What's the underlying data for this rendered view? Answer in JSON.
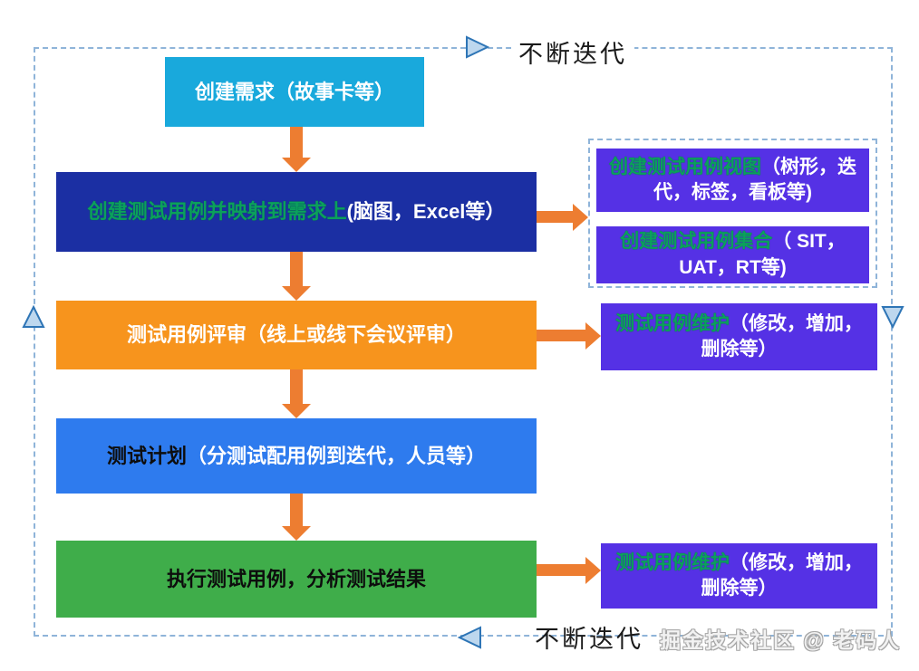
{
  "frame": {
    "top_label": "不断迭代",
    "bottom_label": "不断迭代",
    "watermark": "掘金技术社区 @ 老码人"
  },
  "colors": {
    "arrow_orange": "#ED7D31",
    "cyan_box": "#19A9DC",
    "dark_blue_box": "#1B2FA3",
    "orange_box": "#F7941D",
    "blue_box": "#2E7BEE",
    "green_box": "#3FAD4A",
    "purple_box": "#5531E5",
    "green_text": "#0BA05C",
    "dashed_border": "#8FB4D9",
    "triangle_fill": "#BDD7EE",
    "triangle_stroke": "#2E75B6"
  },
  "flow": {
    "create_requirement": {
      "text": "创建需求（故事卡等）"
    },
    "create_testcase": {
      "highlight": "创建测试用例并映射到需求上",
      "rest": "(脑图，Excel等）"
    },
    "review": {
      "text": "测试用例评审（线上或线下会议评审）"
    },
    "plan": {
      "dark": "测试计划",
      "rest": "（分测试配用例到迭代，人员等）"
    },
    "execute": {
      "text": "执行测试用例，分析测试结果"
    }
  },
  "side": {
    "view": {
      "highlight": "创建测试用例视图",
      "rest": "（树形，迭代，标签，看板等)"
    },
    "suite": {
      "highlight": "创建测试用例集合",
      "rest": "（ SIT，UAT，RT等)"
    },
    "maintain_top": {
      "highlight": "测试用例维护",
      "rest": "（修改，增加，删除等）"
    },
    "maintain_bottom": {
      "highlight": "测试用例维护",
      "rest": "（修改，增加，删除等）"
    }
  }
}
